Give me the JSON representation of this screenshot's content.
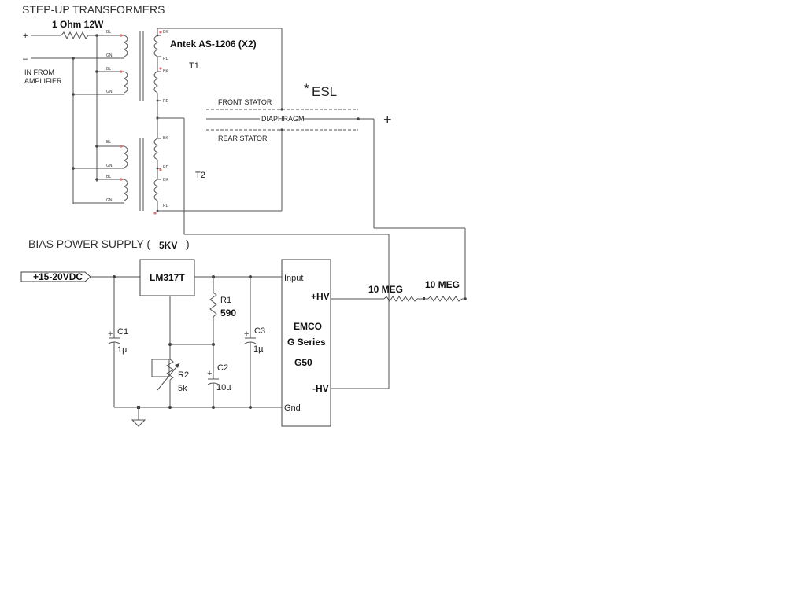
{
  "titles": {
    "step_up": "STEP-UP TRANSFORMERS",
    "bias_supply": "BIAS POWER SUPPLY ("
  },
  "input": {
    "plus": "+",
    "minus": "–",
    "from_amp_line1": "IN FROM",
    "from_amp_line2": "AMPLIFIER"
  },
  "resistor_1ohm": "1 Ohm 12W",
  "transformers": {
    "model": "Antek AS-1206 (X2)",
    "t1": "T1",
    "t2": "T2",
    "pins": {
      "bl": "BL",
      "gn": "GN",
      "bk": "BK",
      "rd": "RD"
    }
  },
  "esl": {
    "asterisk": "*",
    "label": "ESL",
    "front_stator": "FRONT STATOR",
    "diaphragm": "DIAPHRAGM",
    "rear_stator": "REAR STATOR",
    "plus": "+"
  },
  "bias": {
    "voltage": "5KV",
    "close_paren": ")",
    "dc_input": "+15-20VDC",
    "regulator": "LM317T",
    "r1_name": "R1",
    "r1_value": "590",
    "r2_name": "R2",
    "r2_value": "5k",
    "c1_name": "C1",
    "c1_value": "1µ",
    "c2_name": "C2",
    "c2_value": "10µ",
    "c3_name": "C3",
    "c3_value": "1µ",
    "cap_polarity": "+"
  },
  "hv_module": {
    "input": "Input",
    "plus_hv": "+HV",
    "minus_hv": "-HV",
    "gnd": "Gnd",
    "maker": "EMCO",
    "series": "G Series",
    "model": "G50"
  },
  "hv_resistors": {
    "r_a": "10 MEG",
    "r_b": "10 MEG"
  }
}
